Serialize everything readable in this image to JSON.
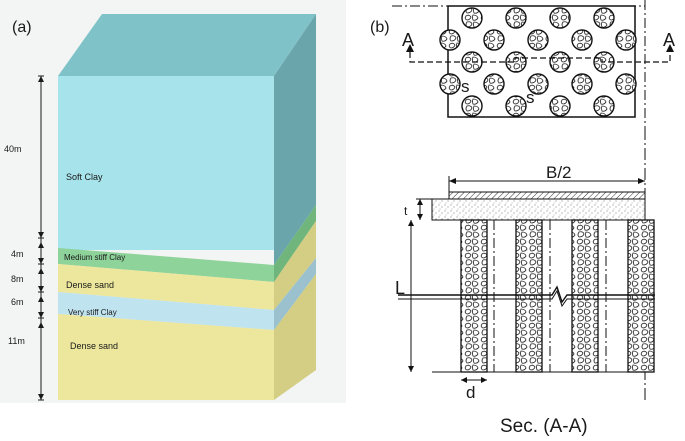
{
  "panel_a": {
    "label": "(a)",
    "depths": [
      "40m",
      "4m",
      "8m",
      "6m",
      "11m"
    ],
    "layers": [
      "Soft Clay",
      "Medium stiff Clay",
      "Dense sand",
      "Very stiff Clay",
      "Dense sand"
    ],
    "colors": {
      "soft_clay_front": "#a6e3ea",
      "soft_clay_top": "#7fc3c9",
      "soft_clay_side": "#6aa5ab",
      "medium_clay": "#8ed39a",
      "dense_sand": "#ece79c",
      "very_stiff_clay": "#bfe3ef"
    }
  },
  "panel_b": {
    "label": "(b)",
    "plan": {
      "section_mark_left": "A",
      "section_mark_right": "A",
      "spacing_vertical": "s",
      "spacing_horizontal": "s"
    },
    "section": {
      "width_label": "B/2",
      "thickness_label": "t",
      "length_label": "L",
      "diameter_label": "d",
      "caption": "Sec. (A-A)"
    }
  }
}
